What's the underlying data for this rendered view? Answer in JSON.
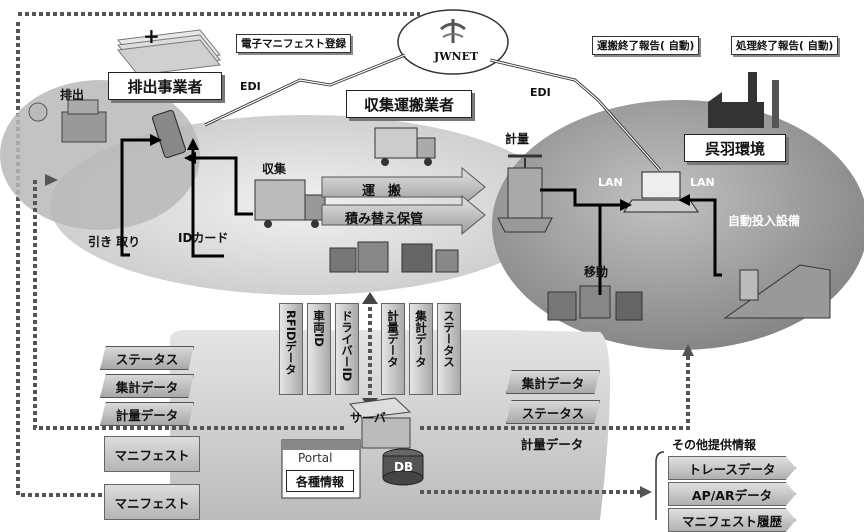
{
  "jwnet": "JWNET",
  "tags": {
    "denshi_manifest": "電子マニフェスト登録",
    "unpan_report": "運搬終了報告( 自動)",
    "shori_report": "処理終了報告( 自動)"
  },
  "boxes": {
    "haishutsu_jigyosha": "排出事業者",
    "shushu_unpan": "収集運搬業者",
    "kureha": "呉羽環境",
    "server": "サーバ",
    "portal": "Portal",
    "kakushu": "各種情報",
    "db": "DB"
  },
  "labels": {
    "edi_left": "EDI",
    "edi_right": "EDI",
    "haishutsu": "排出",
    "shushu": "収集",
    "hikitori": "引き 取り",
    "idcard": "IDカード",
    "keiryo": "計量",
    "lan1": "LAN",
    "lan2": "LAN",
    "jido": "自動投入設備",
    "ido": "移動",
    "plus": "+"
  },
  "arrows": {
    "unpan": "運　搬",
    "tsumikae": "積み替え保管"
  },
  "vertical_columns": [
    "RFIDデータ",
    "車両ID",
    "ドライバーID",
    "計量データ",
    "集計データ",
    "ステータス"
  ],
  "left_chips": [
    "ステータス",
    "集計データ",
    "計量データ"
  ],
  "right_chips": [
    "集計データ",
    "ステータス",
    "計量データ"
  ],
  "manifest_blocks": [
    "マニフェスト",
    "マニフェスト"
  ],
  "other_info": {
    "title": "その他提供情報",
    "items": [
      "トレースデータ",
      "AP/ARデータ",
      "マニフェスト履歴"
    ]
  }
}
